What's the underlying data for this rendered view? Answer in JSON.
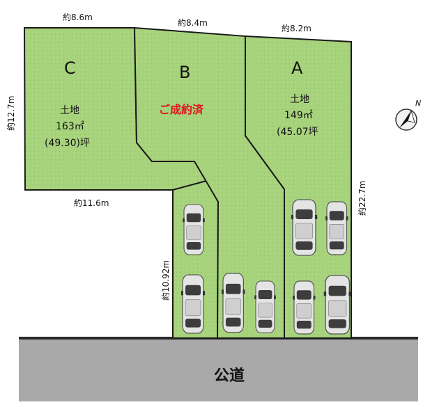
{
  "dimensions": {
    "top_c": "約8.6m",
    "top_b": "約8.4m",
    "top_a": "約8.2m",
    "left_c": "約12.7m",
    "bottom_c": "約11.6m",
    "driveway_left": "約10.92m",
    "right_a": "約22.7m"
  },
  "lots": {
    "c": {
      "letter": "C",
      "type": "土地",
      "area": "163㎡",
      "tsubo": "(49.30)坪"
    },
    "b": {
      "letter": "B",
      "status": "ご成約済"
    },
    "a": {
      "letter": "A",
      "type": "土地",
      "area": "149㎡",
      "tsubo": "(45.07坪"
    }
  },
  "road": {
    "label": "公道"
  },
  "compass": {
    "label": "N",
    "icon": "north-arrow-icon"
  },
  "colors": {
    "lot_fill": "#a7d37c",
    "lot_stroke": "#1a1a1a",
    "road_fill": "#a9a9a9",
    "sold_text": "#e0141e"
  }
}
